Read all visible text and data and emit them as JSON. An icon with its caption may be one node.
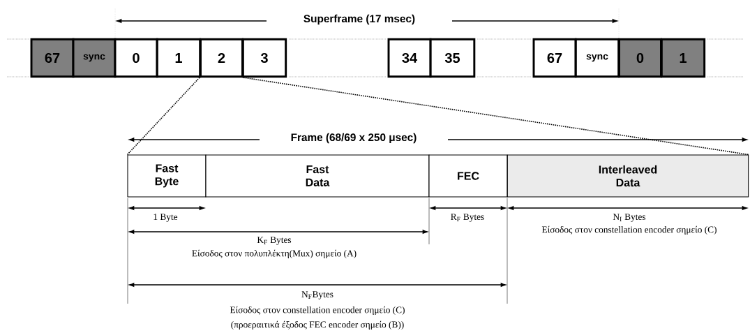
{
  "diagram": {
    "nodes": [
      {
        "text": [
          "67"
        ]
      },
      {
        "text": [
          "sync"
        ]
      },
      {
        "text": [
          "0"
        ]
      },
      {
        "text": [
          "1"
        ]
      },
      {
        "text": [
          "2"
        ]
      },
      {
        "text": [
          "3"
        ]
      },
      {
        "text": [
          "34"
        ]
      },
      {
        "text": [
          "35"
        ]
      },
      {
        "text": [
          "67"
        ]
      },
      {
        "text": [
          "sync"
        ]
      },
      {
        "text": [
          "0"
        ]
      },
      {
        "text": [
          "1"
        ]
      },
      {
        "text": [
          "Fast Byte"
        ]
      },
      {
        "text": [
          "Fast Data"
        ]
      },
      {
        "text": [
          "FEC"
        ]
      },
      {
        "text": [
          "Interleaved Data"
        ]
      }
    ],
    "edges": [
      {
        "from": 4,
        "to": 12,
        "arrow": "none",
        "style": "dashed"
      },
      {
        "from": 4,
        "to": 15,
        "arrow": "none",
        "style": "dashed"
      }
    ],
    "labels": [
      "Superframe (17 msec)",
      "Frame (68/69 x 250 μsec)",
      "1 Byte",
      "R$_{F}$ Bytes",
      "N$_{I}$ Bytes",
      "Είσοδος στον constellation encoder σημείο (C)",
      "K$_{F}$ Bytes",
      "Είσοδος στον πολυπλέκτη(Mux) σημείο (A)",
      "N$_{F}$Bytes",
      "Είσοδος στον constellation encoder σημείο (C)",
      "(προεραιτικά έξοδος FEC encoder σημείο (B))"
    ]
  }
}
